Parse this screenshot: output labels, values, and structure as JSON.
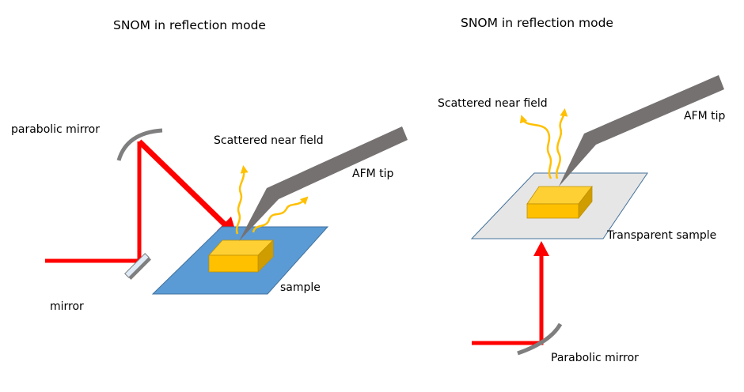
{
  "left_panel": {
    "title": "SNOM in reflection mode",
    "labels": {
      "parabolic_mirror": "parabolic mirror",
      "scattered_near_field": "Scattered near field",
      "afm_tip": "AFM tip",
      "sample": "sample",
      "mirror": "mirror"
    }
  },
  "right_panel": {
    "title": "SNOM in reflection mode",
    "labels": {
      "scattered_near_field": "Scattered near field",
      "afm_tip": "AFM tip",
      "transparent_sample": "Transparent sample",
      "parabolic_mirror": "Parabolic mirror"
    }
  },
  "colors": {
    "laser": "#ff0000",
    "mirror_gray": "#7f7f7f",
    "afm_tip": "#767171",
    "sample_blue": "#5b9bd5",
    "transparent_sample": "#e7e6e6",
    "sample_edge": "#41719c",
    "block_front": "#ffc000",
    "block_top": "#ffd033",
    "block_side": "#d09d00",
    "near_field": "#ffc000"
  }
}
